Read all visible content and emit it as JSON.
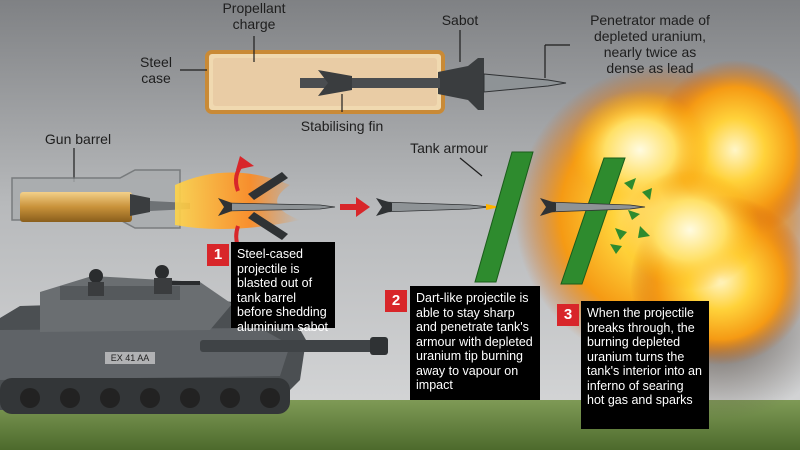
{
  "labels": {
    "propellant": "Propellant\ncharge",
    "sabot": "Sabot",
    "penetrator": "Penetrator made of\ndepleted uranium,\nnearly twice as\ndense as lead",
    "steel_case": "Steel\ncase",
    "stabilising_fin": "Stabilising fin",
    "gun_barrel": "Gun barrel",
    "tank_armour": "Tank armour"
  },
  "steps": [
    {
      "number": "1",
      "text": "Steel-cased projectile is blasted out of tank barrel before shedding aluminium sabot"
    },
    {
      "number": "2",
      "text": "Dart-like projectile is able to stay sharp and penetrate tank's armour with depleted uranium tip burning away to vapour on impact"
    },
    {
      "number": "3",
      "text": "When the projectile breaks through, the burning depleted uranium turns the tank's interior into an inferno of searing hot gas and sparks"
    }
  ],
  "tank": {
    "plate_text": "EX 41 AA"
  },
  "colors": {
    "badge": "#d8262a",
    "armour": "#2e8b2e",
    "casing": "#f0d9b0",
    "explosion": "#ffb300"
  }
}
